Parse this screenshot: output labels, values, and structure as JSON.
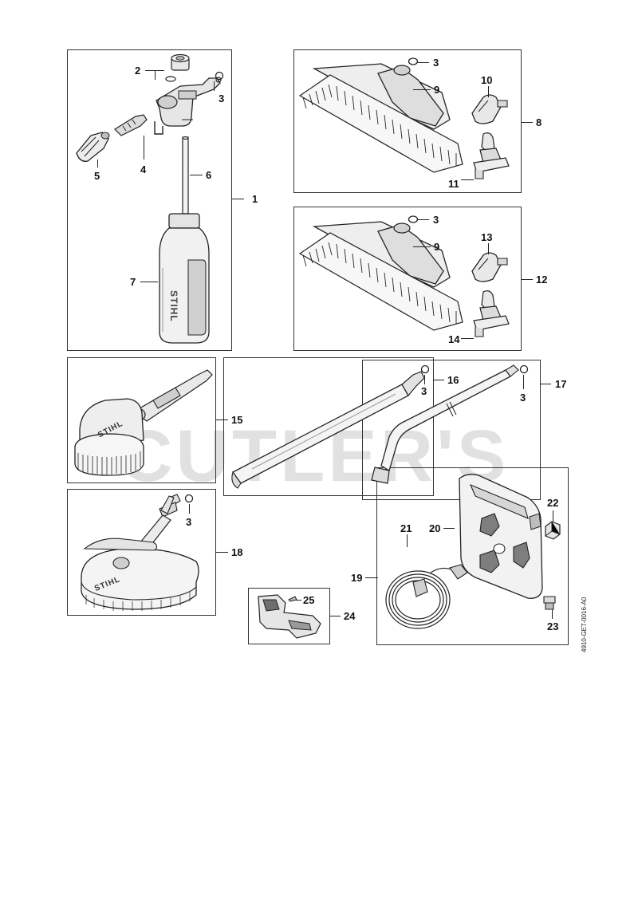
{
  "watermark": "CUTLER'S",
  "drawing_code": "4910-GET-0016-A0",
  "labels": {
    "p1": "1",
    "p2": "2",
    "p3a": "3",
    "p4": "4",
    "p5": "5",
    "p6": "6",
    "p7": "7",
    "p8": "8",
    "p3b": "3",
    "p9a": "9",
    "p10": "10",
    "p11": "11",
    "p12": "12",
    "p3c": "3",
    "p9b": "9",
    "p13": "13",
    "p14": "14",
    "p15": "15",
    "p16": "16",
    "p3d": "3",
    "p17": "17",
    "p3e": "3",
    "p18": "18",
    "p3f": "3",
    "p19": "19",
    "p20": "20",
    "p21": "21",
    "p22": "22",
    "p23": "23",
    "p24": "24",
    "p25": "25"
  },
  "brand_marks": {
    "foam_bottle": "STIHL",
    "rotary_brush": "STIHL",
    "surface_cleaner": "STIHL"
  }
}
